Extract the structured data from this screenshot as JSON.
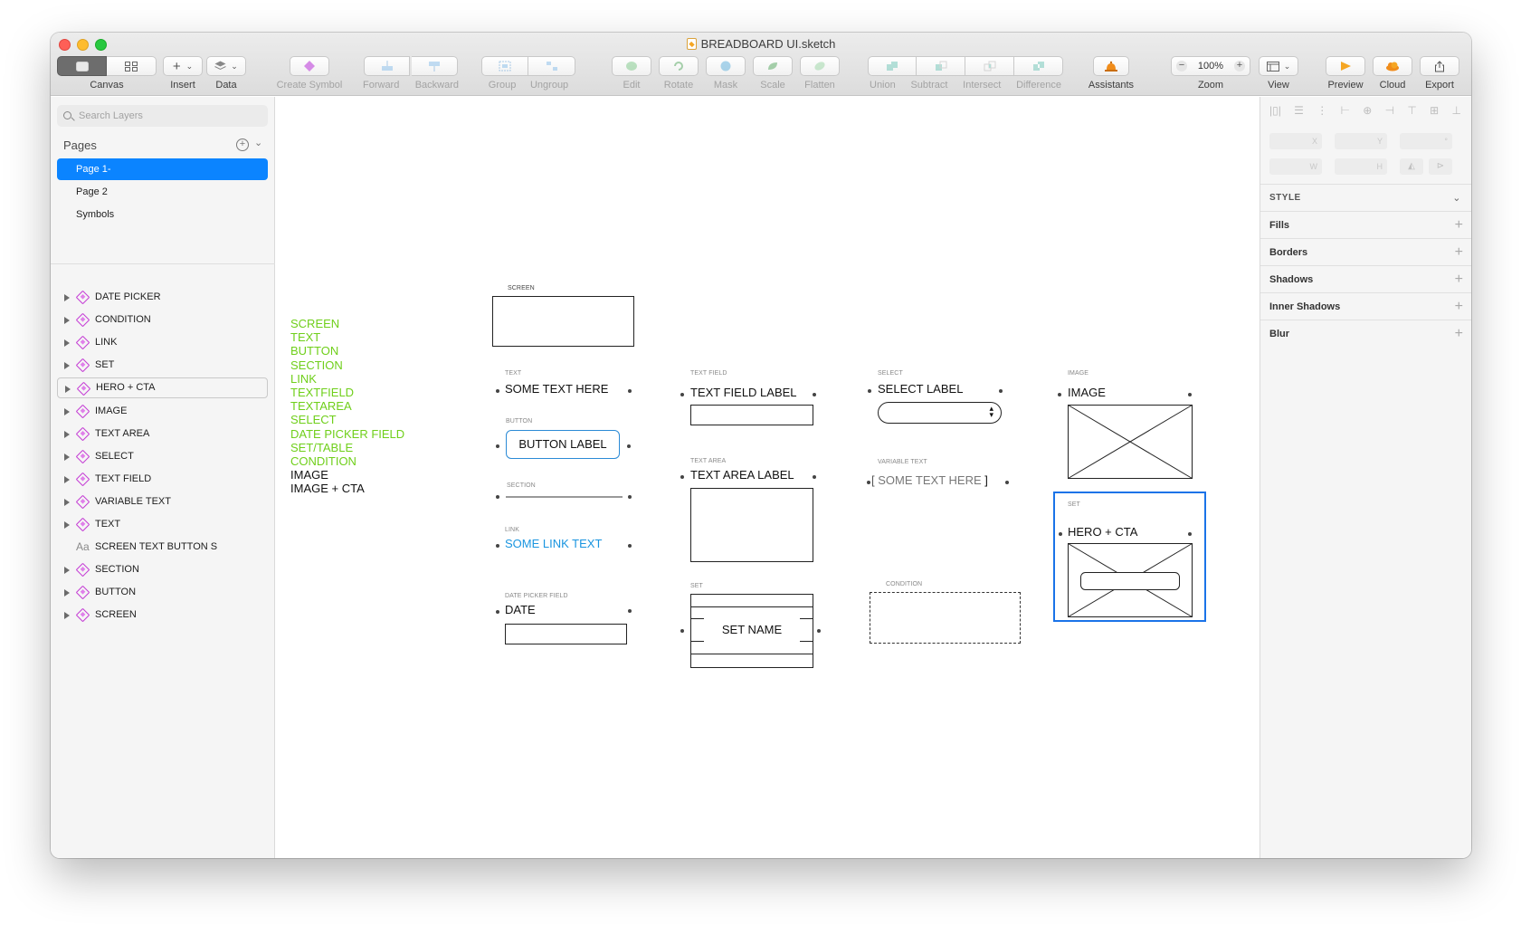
{
  "window": {
    "title": "BREADBOARD UI.sketch"
  },
  "toolbar": {
    "canvas_label": "Canvas",
    "insert_label": "Insert",
    "data_label": "Data",
    "create_symbol_label": "Create Symbol",
    "forward_label": "Forward",
    "backward_label": "Backward",
    "group_label": "Group",
    "ungroup_label": "Ungroup",
    "edit_label": "Edit",
    "rotate_label": "Rotate",
    "mask_label": "Mask",
    "scale_label": "Scale",
    "flatten_label": "Flatten",
    "union_label": "Union",
    "subtract_label": "Subtract",
    "intersect_label": "Intersect",
    "difference_label": "Difference",
    "assistants_label": "Assistants",
    "zoom_value": "100%",
    "zoom_label": "Zoom",
    "view_label": "View",
    "preview_label": "Preview",
    "cloud_label": "Cloud",
    "export_label": "Export"
  },
  "sidebar": {
    "search_placeholder": "Search Layers",
    "pages_title": "Pages",
    "pages": [
      {
        "label": "Page 1-",
        "selected": true
      },
      {
        "label": "Page 2",
        "selected": false
      },
      {
        "label": "Symbols",
        "selected": false
      }
    ],
    "layers": [
      {
        "label": "DATE PICKER",
        "icon": "symbol-icon"
      },
      {
        "label": "CONDITION",
        "icon": "symbol-icon"
      },
      {
        "label": "LINK",
        "icon": "symbol-icon"
      },
      {
        "label": "SET",
        "icon": "symbol-icon"
      },
      {
        "label": "HERO + CTA",
        "icon": "symbol-icon",
        "hovered": true
      },
      {
        "label": "IMAGE",
        "icon": "symbol-icon"
      },
      {
        "label": "TEXT AREA",
        "icon": "symbol-icon"
      },
      {
        "label": "SELECT",
        "icon": "symbol-icon"
      },
      {
        "label": "TEXT FIELD",
        "icon": "symbol-icon"
      },
      {
        "label": "VARIABLE TEXT",
        "icon": "symbol-icon"
      },
      {
        "label": "TEXT",
        "icon": "symbol-icon"
      },
      {
        "label": "SCREEN TEXT BUTTON S",
        "icon": "text-layer-icon",
        "icon_text": "Aa"
      },
      {
        "label": "SECTION",
        "icon": "symbol-icon"
      },
      {
        "label": "BUTTON",
        "icon": "symbol-icon"
      },
      {
        "label": "SCREEN",
        "icon": "symbol-icon"
      }
    ]
  },
  "canvas": {
    "legend_items": [
      {
        "text": "SCREEN",
        "color": "#6fcf1a"
      },
      {
        "text": "TEXT",
        "color": "#6fcf1a"
      },
      {
        "text": "BUTTON",
        "color": "#6fcf1a"
      },
      {
        "text": "SECTION",
        "color": "#6fcf1a"
      },
      {
        "text": "LINK",
        "color": "#6fcf1a"
      },
      {
        "text": "TEXTFIELD",
        "color": "#6fcf1a"
      },
      {
        "text": "TEXTAREA",
        "color": "#6fcf1a"
      },
      {
        "text": "SELECT",
        "color": "#6fcf1a"
      },
      {
        "text": "DATE PICKER FIELD",
        "color": "#6fcf1a"
      },
      {
        "text": "SET/TABLE",
        "color": "#6fcf1a"
      },
      {
        "text": "CONDITION",
        "color": "#6fcf1a"
      },
      {
        "text": "IMAGE",
        "color": "#111111"
      },
      {
        "text": "IMAGE + CTA",
        "color": "#111111"
      }
    ],
    "screen": {
      "caption": "SCREEN"
    },
    "text": {
      "caption": "TEXT",
      "value": "SOME TEXT HERE"
    },
    "button": {
      "caption": "BUTTON",
      "value": "BUTTON LABEL"
    },
    "section": {
      "caption": "SECTION"
    },
    "link": {
      "caption": "LINK",
      "value": "SOME LINK TEXT"
    },
    "date_picker": {
      "caption": "DATE PICKER FIELD",
      "value": "DATE"
    },
    "text_field": {
      "caption": "TEXT FIELD",
      "value": "TEXT FIELD LABEL"
    },
    "text_area": {
      "caption": "TEXT AREA",
      "value": "TEXT AREA LABEL"
    },
    "set": {
      "caption": "SET",
      "value": "SET NAME"
    },
    "select": {
      "caption": "SELECT",
      "value": "SELECT LABEL"
    },
    "variable_text": {
      "caption": "VARIABLE TEXT",
      "value": "SOME TEXT HERE",
      "open": "[",
      "close": "]"
    },
    "condition": {
      "caption": "CONDITION"
    },
    "image": {
      "caption": "IMAGE",
      "value": "IMAGE"
    },
    "hero": {
      "caption": "SET",
      "value": "HERO + CTA"
    }
  },
  "inspector": {
    "x_label": "X",
    "y_label": "Y",
    "w_label": "W",
    "h_label": "H",
    "rotation_label": "°",
    "style_label": "STYLE",
    "sections": [
      "Fills",
      "Borders",
      "Shadows",
      "Inner Shadows",
      "Blur"
    ]
  }
}
